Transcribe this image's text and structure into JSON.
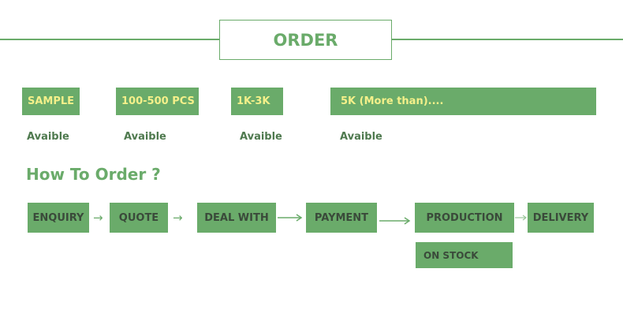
{
  "header": {
    "title": "ORDER"
  },
  "quantities": [
    {
      "label": "SAMPLE",
      "status": "Avaible"
    },
    {
      "label": "100-500 PCS",
      "status": "Avaible"
    },
    {
      "label": "1K-3K",
      "status": "Avaible"
    },
    {
      "label": "5K (More than)....",
      "status": "Avaible"
    }
  ],
  "how_to_order": {
    "heading": "How To Order ?",
    "steps": [
      "ENQUIRY",
      "QUOTE",
      "DEAL WITH",
      "PAYMENT",
      "PRODUCTION",
      "DELIVERY"
    ],
    "note": "ON STOCK",
    "arrow_icon": "arrow-right-icon"
  },
  "colors": {
    "accent": "#6aab6a",
    "label_text": "#f4f08a",
    "step_text": "#3a4a3a"
  }
}
